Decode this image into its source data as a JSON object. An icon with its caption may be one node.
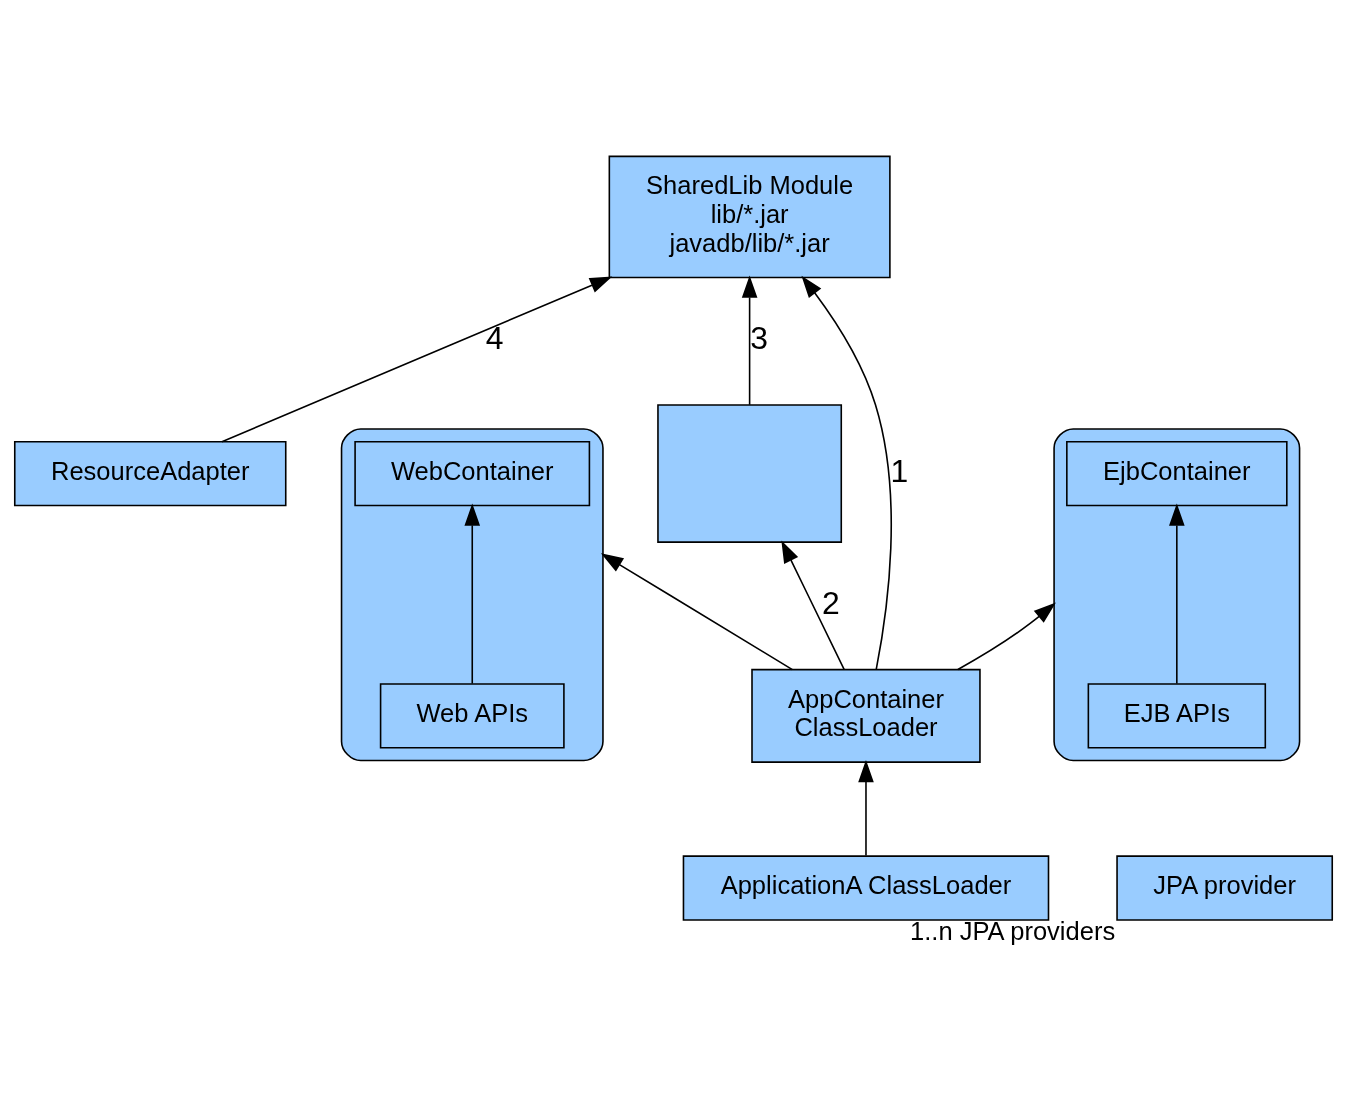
{
  "diagram": {
    "nodes": [
      {
        "text": [
          "ResourceAdapter"
        ]
      },
      {
        "text": [
          "SharedLib Module",
          "lib/*.jar",
          "javadb/lib/*.jar"
        ]
      },
      {
        "text": [],
        "shape": "ellipse"
      },
      {
        "text": [
          "WebContainer"
        ],
        "in": 2
      },
      {
        "text": [
          "Web APIs"
        ],
        "in": 2
      },
      {
        "text": [],
        "shape": "ellipse"
      },
      {
        "text": [
          "EjbContainer"
        ],
        "in": 5
      },
      {
        "text": [
          "EJB APIs"
        ],
        "in": 5
      },
      {
        "text": [],
        "shape": "box"
      },
      {
        "text": [
          "JPA provider"
        ],
        "beside": [
          "1..n JPA providers"
        ]
      },
      {
        "text": [
          "AppContainer",
          "ClassLoader"
        ]
      },
      {
        "text": [
          "ApplicationA ClassLoader"
        ]
      }
    ],
    "edges": [
      {
        "from": 0,
        "to": 1,
        "arrow": "to",
        "label": "4"
      },
      {
        "from": 4,
        "to": 3,
        "arrow": "to"
      },
      {
        "from": 7,
        "to": 6,
        "arrow": "to"
      },
      {
        "from": 10,
        "to": 2,
        "arrow": "to"
      },
      {
        "from": 10,
        "to": 5,
        "arrow": "to"
      },
      {
        "from": 10,
        "to": 1,
        "arrow": "to",
        "label": "1"
      },
      {
        "from": 10,
        "to": 8,
        "arrow": "to",
        "label": "2"
      },
      {
        "from": 8,
        "to": 1,
        "arrow": "to",
        "label": "3"
      },
      {
        "from": 11,
        "to": 10,
        "arrow": "to"
      }
    ]
  }
}
